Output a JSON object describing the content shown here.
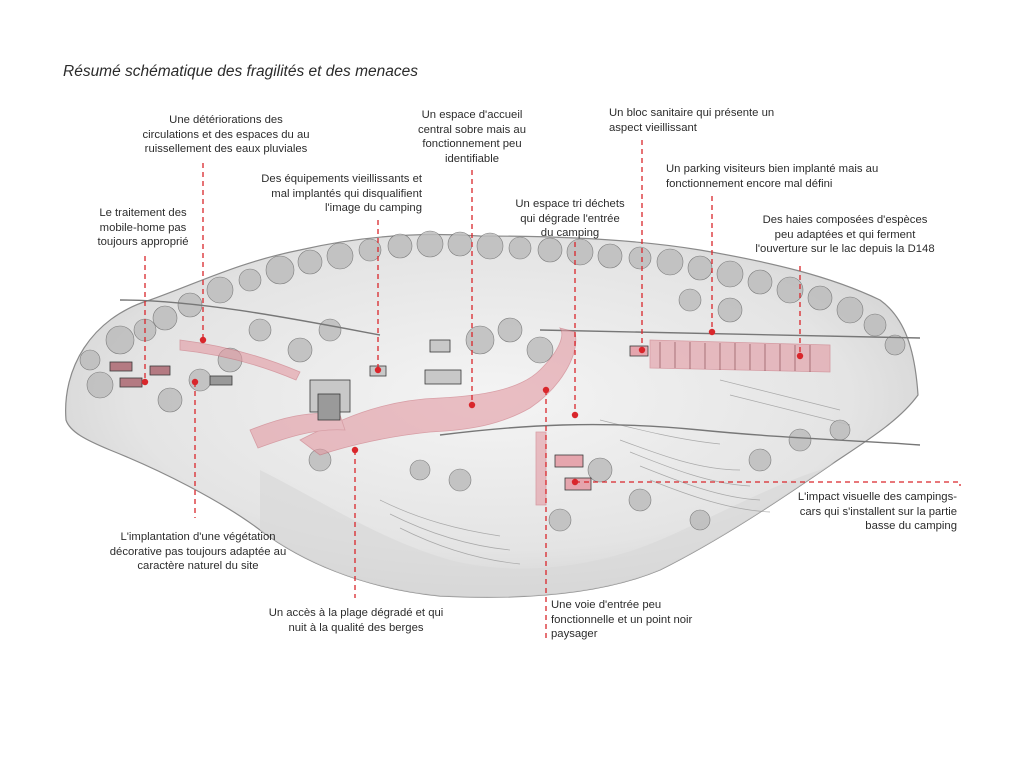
{
  "title": "Résumé schématique des fragilités et des menaces",
  "colors": {
    "accent": "#d9262b",
    "highlight": "#e39aa3",
    "sketch": "#3a3a3a",
    "text": "#2c2c2c"
  },
  "annotations": [
    {
      "id": "circulations",
      "lines": [
        "Une détériorations des",
        "circulations et des espaces du au",
        "ruissellement des eaux pluviales"
      ]
    },
    {
      "id": "mobile-home",
      "lines": [
        "Le traitement des",
        "mobile-home pas",
        "toujours approprié"
      ]
    },
    {
      "id": "equipements",
      "lines": [
        "Des équipements vieillissants et",
        "mal implantés qui disqualifient",
        "l'image du camping"
      ]
    },
    {
      "id": "accueil",
      "lines": [
        "Un espace d'accueil",
        "central sobre mais au",
        "fonctionnement peu",
        "identifiable"
      ]
    },
    {
      "id": "bloc-sanitaire",
      "lines": [
        "Un bloc sanitaire qui présente un",
        "aspect vieillissant"
      ]
    },
    {
      "id": "parking",
      "lines": [
        "Un parking visiteurs bien implanté mais au",
        "fonctionnement encore mal défini"
      ]
    },
    {
      "id": "tri-dechets",
      "lines": [
        "Un espace tri déchets",
        "qui dégrade l'entrée",
        "du camping"
      ]
    },
    {
      "id": "haies",
      "lines": [
        "Des haies composées d'espèces",
        "peu adaptées et qui ferment",
        "l'ouverture sur le lac depuis la D148"
      ]
    },
    {
      "id": "vegetation",
      "lines": [
        "L'implantation d'une végétation",
        "décorative pas toujours adaptée au",
        "caractère naturel du site"
      ]
    },
    {
      "id": "plage",
      "lines": [
        "Un accès à la plage dégradé et qui",
        "nuit à la qualité des berges"
      ]
    },
    {
      "id": "voie-entree",
      "lines": [
        "Une voie d'entrée peu",
        "fonctionnelle et un point noir",
        "paysager"
      ]
    },
    {
      "id": "campings-cars",
      "lines": [
        "L'impact visuelle des campings-",
        "cars qui s'installent sur la partie",
        "basse du camping"
      ]
    }
  ]
}
